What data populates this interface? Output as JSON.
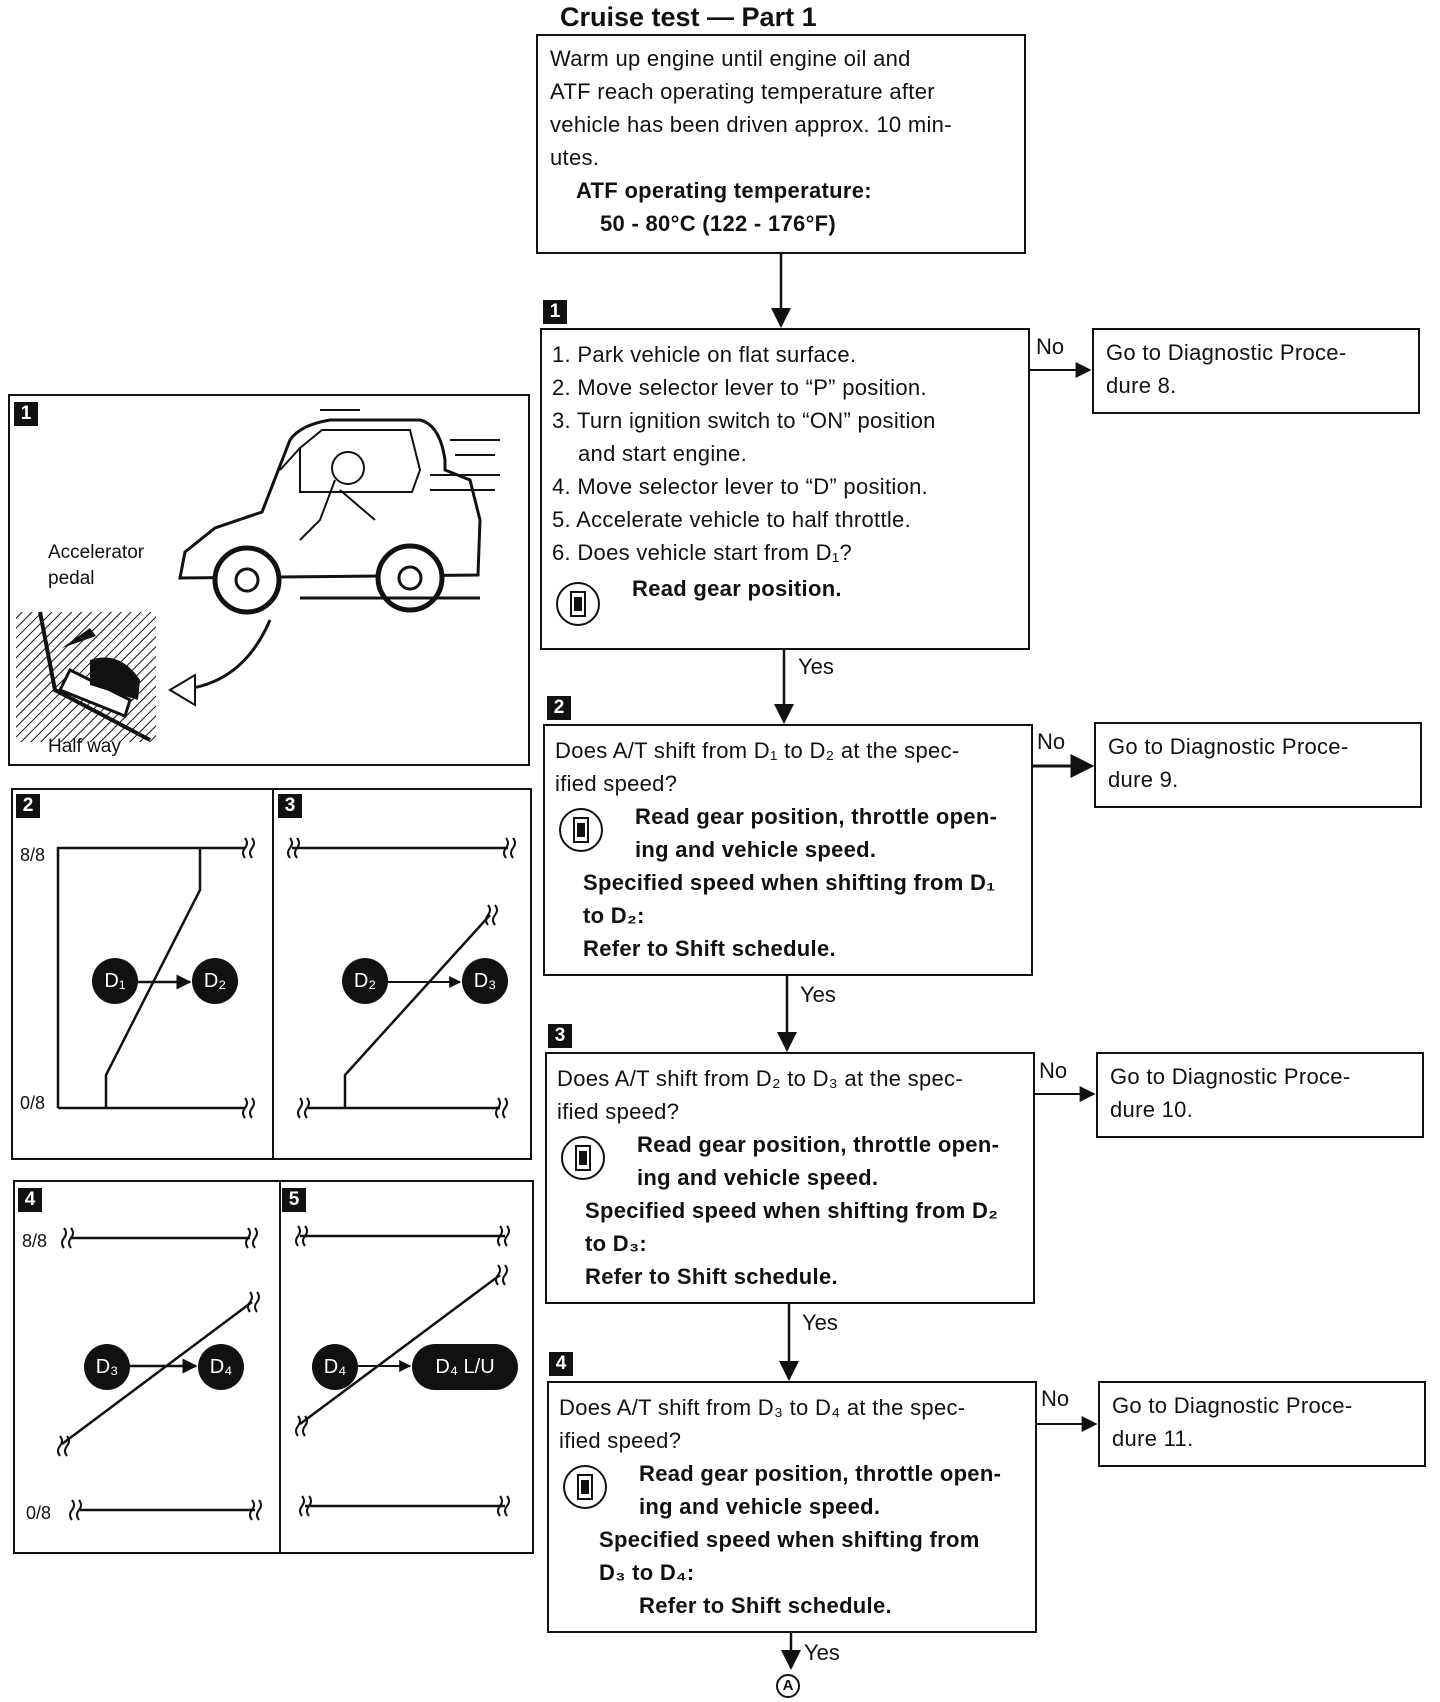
{
  "title": "Cruise test — Part 1",
  "intro": {
    "lines": [
      "Warm up engine until engine oil and",
      "ATF reach operating temperature after",
      "vehicle has been driven approx. 10 min-",
      "utes."
    ],
    "spec_label": "ATF operating temperature:",
    "spec_value": "50 - 80°C (122 - 176°F)"
  },
  "steps": [
    {
      "number": "1",
      "lines": [
        "1. Park vehicle on flat surface.",
        "2. Move selector lever to “P” position.",
        "3. Turn ignition switch to “ON” position",
        "and start engine.",
        "4. Move selector lever to “D” position.",
        "5. Accelerate vehicle to half throttle.",
        "6. Does vehicle start from D₁?"
      ],
      "read": [
        "Read gear position."
      ],
      "no_label": "No",
      "no_target": [
        "Go to Diagnostic Proce-",
        "dure 8."
      ],
      "yes_label": "Yes"
    },
    {
      "number": "2",
      "lines": [
        "Does A/T shift from D₁ to D₂ at the spec-",
        "ified speed?"
      ],
      "read": [
        "Read gear position, throttle open-",
        "ing and vehicle speed."
      ],
      "spec": [
        "Specified speed when shifting from D₁",
        "to D₂:",
        "Refer to Shift schedule."
      ],
      "no_label": "No",
      "no_target": [
        "Go to Diagnostic Proce-",
        "dure 9."
      ],
      "yes_label": "Yes"
    },
    {
      "number": "3",
      "lines": [
        "Does A/T shift from D₂ to D₃ at the spec-",
        "ified speed?"
      ],
      "read": [
        "Read gear position, throttle open-",
        "ing and vehicle speed."
      ],
      "spec": [
        "Specified speed when shifting from D₂",
        "to D₃:",
        "Refer to Shift schedule."
      ],
      "no_label": "No",
      "no_target": [
        "Go to Diagnostic Proce-",
        "dure 10."
      ],
      "yes_label": "Yes"
    },
    {
      "number": "4",
      "lines": [
        "Does A/T shift from D₃ to D₄ at the spec-",
        "ified speed?"
      ],
      "read": [
        "Read gear position, throttle open-",
        "ing and vehicle speed."
      ],
      "spec": [
        "Specified speed when shifting from",
        "D₃ to D₄:",
        "Refer to Shift schedule."
      ],
      "no_label": "No",
      "no_target": [
        "Go to Diagnostic Proce-",
        "dure 11."
      ],
      "yes_label": "Yes"
    }
  ],
  "connector": "A",
  "figures": {
    "fig1": {
      "number": "1",
      "pedal_label": [
        "Accelerator",
        "pedal"
      ],
      "half_label": "Half way"
    },
    "fig2": {
      "number": "2",
      "top_tick": "8/8",
      "bottom_tick": "0/8",
      "from": "D₁",
      "to": "D₂"
    },
    "fig3": {
      "number": "3",
      "from": "D₂",
      "to": "D₃"
    },
    "fig4": {
      "number": "4",
      "top_tick": "8/8",
      "bottom_tick": "0/8",
      "from": "D₃",
      "to": "D₄"
    },
    "fig5": {
      "number": "5",
      "from": "D₄",
      "to": "D₄ L/U"
    }
  }
}
